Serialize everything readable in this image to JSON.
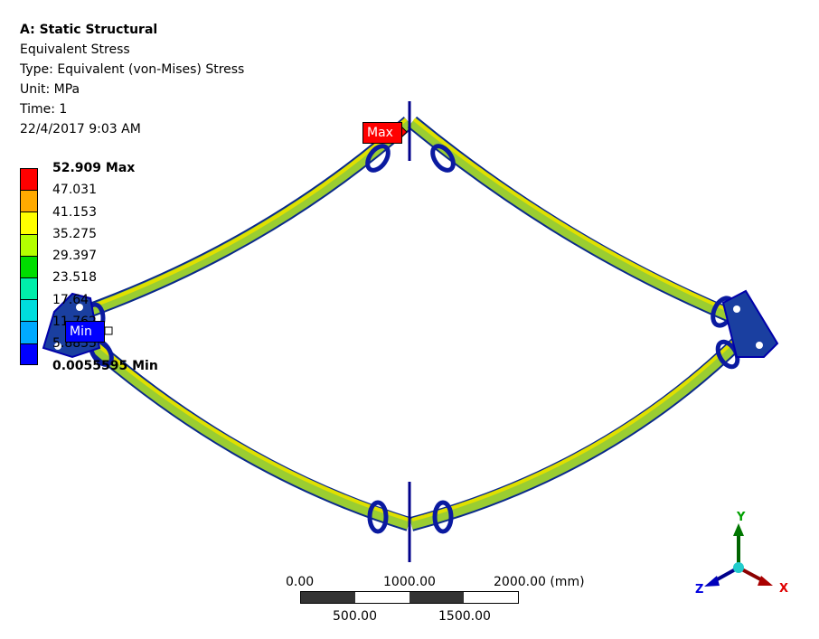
{
  "header": {
    "title": "A: Static Structural",
    "result_name": "Equivalent Stress",
    "type": "Type: Equivalent (von-Mises) Stress",
    "unit": "Unit: MPa",
    "time": "Time: 1",
    "timestamp": "22/4/2017 9:03 AM"
  },
  "legend": {
    "labels": [
      "52.909 Max",
      "47.031",
      "41.153",
      "35.275",
      "29.397",
      "23.518",
      "17.64",
      "11.762",
      "5.8835",
      "0.0055595 Min"
    ],
    "colors": [
      "#ff0000",
      "#ffaa00",
      "#ffff00",
      "#b4ff00",
      "#00dd00",
      "#00eeaa",
      "#00dddd",
      "#00aaff",
      "#0000ff"
    ]
  },
  "probes": {
    "max_label": "Max",
    "min_label": "Min"
  },
  "scale_bar": {
    "top_labels": [
      "0.00",
      "1000.00",
      "2000.00 (mm)"
    ],
    "bottom_labels": [
      "500.00",
      "1500.00"
    ]
  },
  "triad": {
    "x": "X",
    "y": "Y",
    "z": "Z",
    "colors": {
      "x": "#e00000",
      "y": "#00a000",
      "z": "#0000e0",
      "origin": "#22cccc"
    }
  }
}
